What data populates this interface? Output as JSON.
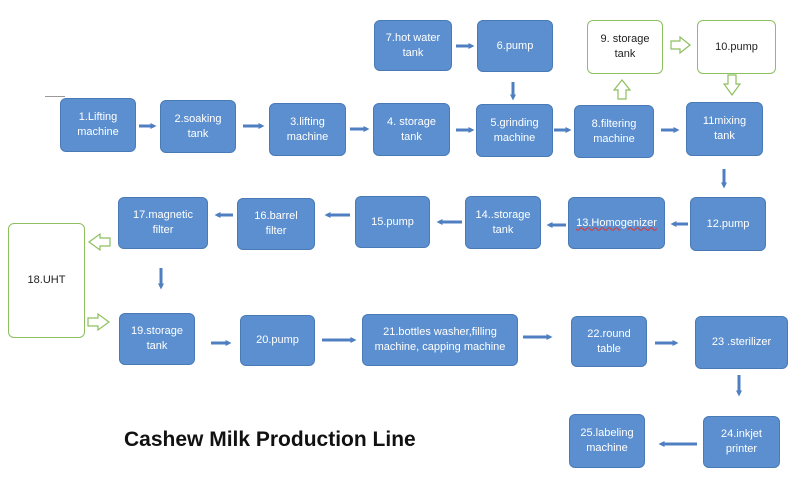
{
  "title": "Cashew Milk Production Line",
  "colors": {
    "box_fill": "#5b8fcf",
    "arrow_blue": "#4f7fc1",
    "green_outline": "#8dbf5f"
  },
  "nodes": {
    "n1": "1.Lifting\nmachine",
    "n2": "2.soaking\ntank",
    "n3": "3.lifting\nmachine",
    "n4": "4. storage\ntank",
    "n5": "5.grinding\nmachine",
    "n6": "6.pump",
    "n7": "7.hot water\ntank",
    "n8": "8.filtering\nmachine",
    "n9": "9. storage\ntank",
    "n10": "10.pump",
    "n11": "11mixing\ntank",
    "n12": "12.pump",
    "n13": "13.Homogenizer",
    "n14": "14..storage\ntank",
    "n15": "15.pump",
    "n16": "16.barrel\nfilter",
    "n17": "17.magnetic\nfilter",
    "n18": "18.UHT",
    "n19": "19.storage\ntank",
    "n20": "20.pump",
    "n21": "21.bottles washer,filling\nmachine, capping machine",
    "n22": "22.round\ntable",
    "n23": "23 .sterilizer",
    "n24": "24.inkjet\nprinter",
    "n25": "25.labeling\nmachine"
  }
}
